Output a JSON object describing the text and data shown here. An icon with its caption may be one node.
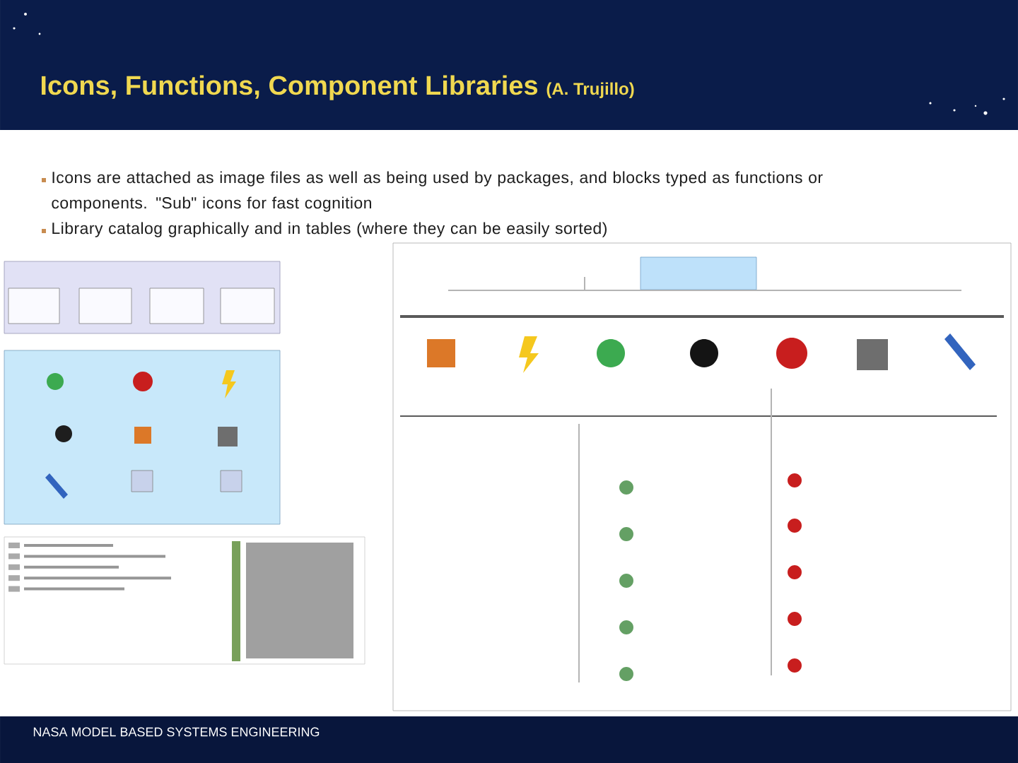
{
  "diagram": {
    "title": "Icons, Functions, Component Libraries",
    "labels": [
      "(A. Trujillo)",
      "Icons are attached as image files as well as being used by packages, and blocks typed as functions or components. \"Sub\" icons for fast cognition",
      "Library catalog graphically and in tables (where they can be easily sorted)",
      "NASA MODEL BASED SYSTEMS ENGINEERING"
    ]
  }
}
